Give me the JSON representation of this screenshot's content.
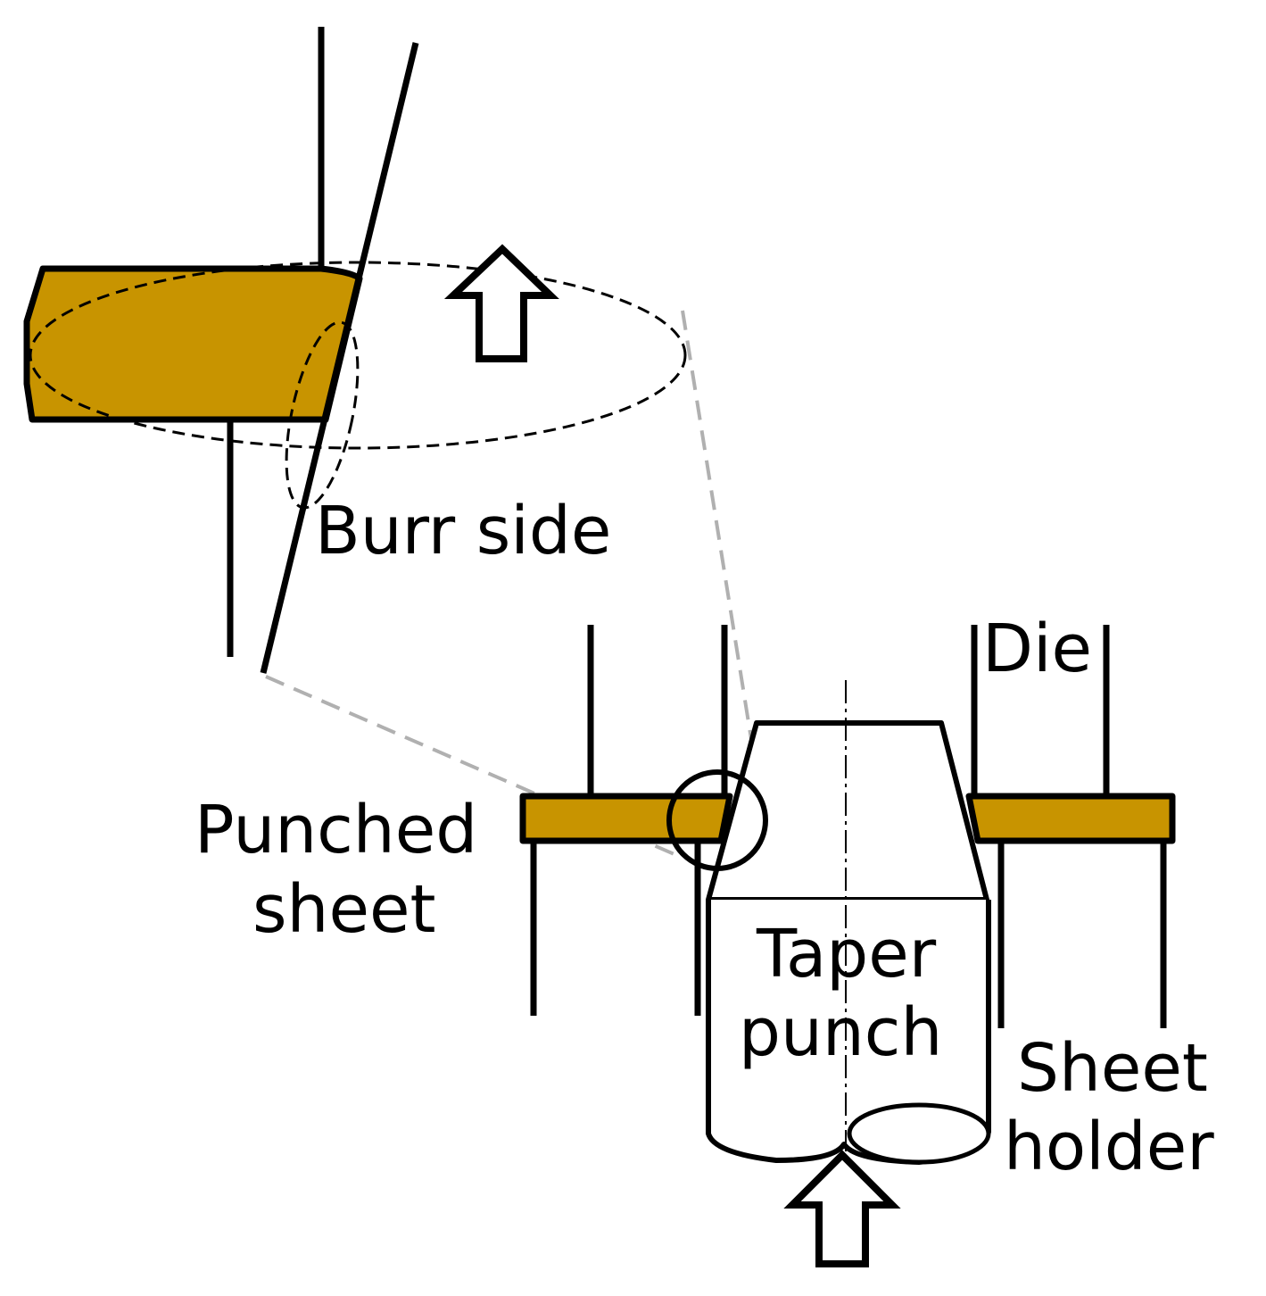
{
  "labels": {
    "burr_side": "Burr side",
    "die": "Die",
    "punched_sheet_line1": "Punched",
    "punched_sheet_line2": "sheet",
    "taper_punch_line1": "Taper",
    "taper_punch_line2": "punch",
    "sheet_holder_line1": "Sheet",
    "sheet_holder_line2": "holder"
  },
  "colors": {
    "sheet_fill": "#C89400",
    "stroke": "#000000",
    "zoom_guide": "#B0B0B0",
    "background": "#FFFFFF"
  }
}
